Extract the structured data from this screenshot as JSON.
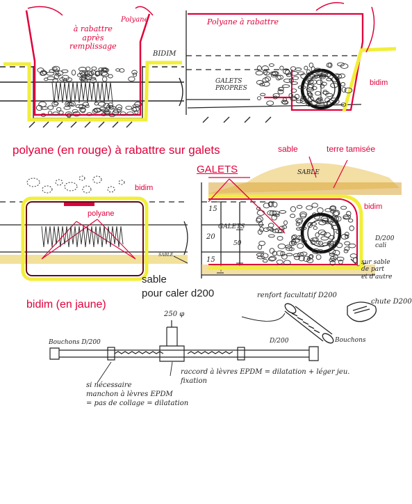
{
  "top_left": {
    "rabattre_note": "à rabattre\naprès\nremplissage",
    "polyane": "Polyane",
    "bidim": "BIDIM"
  },
  "top_right": {
    "polyane_a_rabattre": "Polyane à rabattre",
    "galets_propres": "GALETS\nPROPRES",
    "bidim": "bidim"
  },
  "middle": {
    "heading": "polyane (en rouge) à rabattre sur galets",
    "sable": "sable",
    "terre_tamisee": "terre tamisée",
    "galets": "GALETS",
    "sable_mound": "SABLE",
    "bidim_left": "bidim",
    "polyane_box": "polyane",
    "bidim_right": "bidim",
    "dims": [
      "15",
      "20",
      "15"
    ],
    "galets_small": "GALETS",
    "dim_50": "50",
    "sable_small": "SABLE",
    "d200_note": "D/200\ncali",
    "sable_note": "sur sable\nde part\net d'autre"
  },
  "lower": {
    "sable_caler": "sable\npour caler d200",
    "bidim_jaune": "bidim (en jaune)",
    "renfort": "renfort facultatif D200",
    "chute": "chute D200",
    "bouchons_right": "Bouchons",
    "d250": "250 φ",
    "bouchons_left": "Bouchons D/200",
    "d200_pipe": "D/200",
    "raccord": "raccord à lèvres EPDM = dilatation + léger jeu.\nfixation",
    "manchon": "si nécessaire\nmanchon à lèvres EPDM\n= pas de collage = dilatation"
  },
  "colors": {
    "red": "#e0003a",
    "yellow": "#f2ee3a",
    "sand": "#e9c25a",
    "ink": "#222222"
  }
}
